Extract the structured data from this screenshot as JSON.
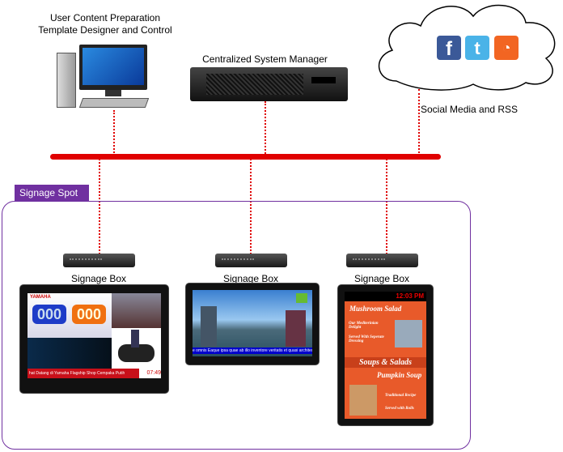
{
  "workstation": {
    "label_line1": "User Content Preparation",
    "label_line2": "Template Designer and Control"
  },
  "server": {
    "label": "Centralized System Manager"
  },
  "cloud": {
    "label": "Social Media and RSS",
    "icons": [
      "facebook-icon",
      "twitter-icon",
      "rss-icon"
    ]
  },
  "bus_color": "#e00000",
  "spot": {
    "title": "Signage Spot",
    "color": "#7030a0"
  },
  "boxes": [
    {
      "label": "Signage Box"
    },
    {
      "label": "Signage Box"
    },
    {
      "label": "Signage Box"
    }
  ],
  "screen1": {
    "brand": "YAMAHA",
    "counter_left": "000",
    "counter_right": "000",
    "ticker": "hat Datang di Yamaha Flagship Shop Cempaka Putih",
    "time": "07:49"
  },
  "screen2": {
    "ticker": "e omnis  Eaque ipsa quae ab illo inventore veritatis et quasi architecto beatae"
  },
  "screen3": {
    "time": "12:03 PM",
    "item1": "Mushroom Salad",
    "item1_desc1": "Our Mediterinian Delight",
    "item1_desc2": "Served With Seperate Dressing",
    "section": "Soups & Salads",
    "item2": "Pumpkin Soup",
    "item2_desc1": "Traditional Recipe",
    "item2_desc2": "Served with Rolls"
  }
}
